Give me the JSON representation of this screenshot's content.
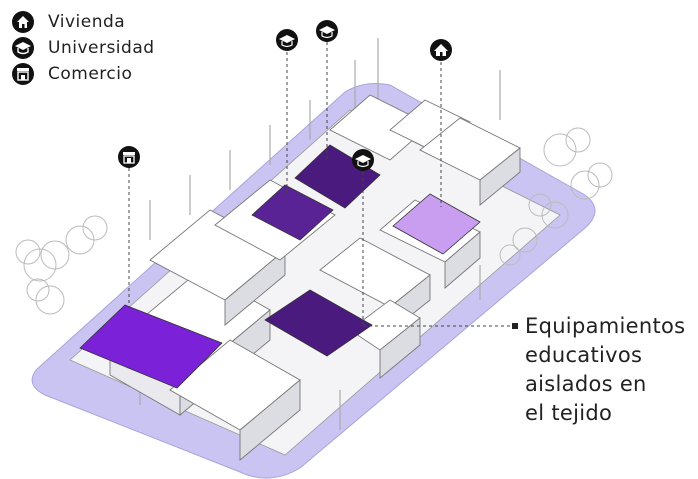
{
  "legend": [
    {
      "label": "Vivienda",
      "icon": "house-icon"
    },
    {
      "label": "Universidad",
      "icon": "graduation-cap-icon"
    },
    {
      "label": "Comercio",
      "icon": "storefront-icon"
    }
  ],
  "callout": {
    "lines": [
      "Equipamientos",
      "educativos",
      "aislados en",
      "el tejido"
    ]
  },
  "colors": {
    "street": "#c9c4f2",
    "education": "#4b1a7f",
    "education_light": "#6a2aa8",
    "commerce": "#7b22d8",
    "housing": "#c99ef0",
    "icon_bg": "#111111",
    "line": "#444444"
  }
}
